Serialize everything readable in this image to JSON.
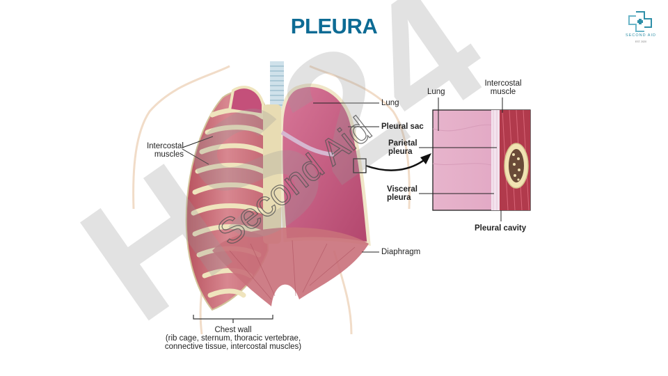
{
  "title": "PLEURA",
  "logo": {
    "name": "SECOND AID",
    "tagline": "EST. 2020",
    "accent": "#2f8fa8"
  },
  "watermarks": {
    "text_1": "HS24",
    "text_2": "Second Aid"
  },
  "labels": {
    "lung_main": "Lung",
    "pleural_sac": "Pleural sac",
    "intercostal_muscles": [
      "Intercostal",
      "muscles"
    ],
    "diaphragm": "Diaphragm",
    "chest_wall_title": "Chest wall",
    "chest_wall_detail_1": "(rib cage, sternum, thoracic vertebrae,",
    "chest_wall_detail_2": "connective tissue, intercostal muscles)",
    "inset_lung": "Lung",
    "inset_intercostal_muscle": [
      "Intercostal",
      "muscle"
    ],
    "parietal_pleura": [
      "Parietal",
      "pleura"
    ],
    "visceral_pleura": [
      "Visceral",
      "pleura"
    ],
    "pleural_cavity": "Pleural cavity"
  },
  "colors": {
    "title": "#0d6b94",
    "watermark_gray": "#9a9a9a",
    "watermark_purple": "#b89ae8",
    "lung": "#c8557a",
    "muscle": "#c96a78",
    "rib": "#e8ddb5"
  }
}
